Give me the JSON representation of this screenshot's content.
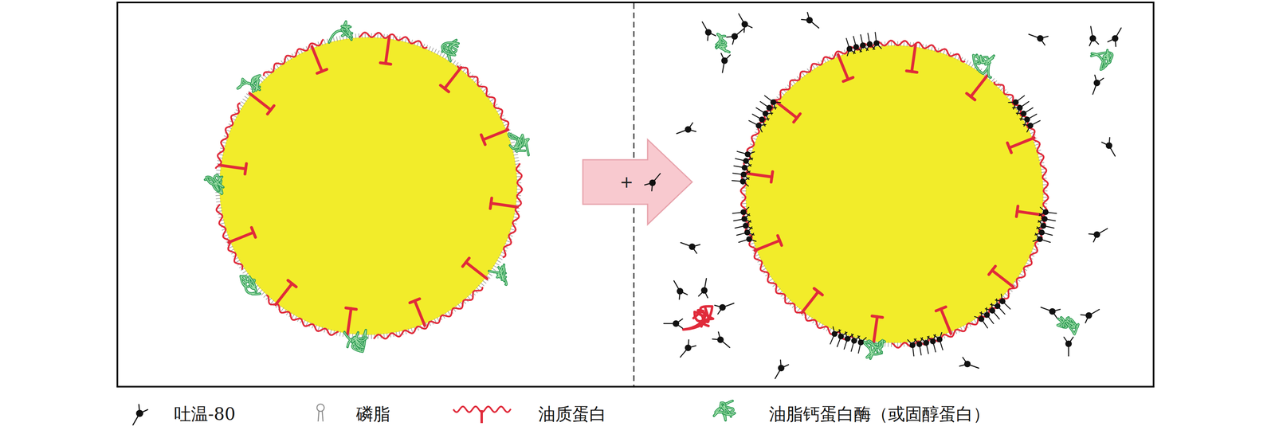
{
  "diagram": {
    "labels": [
      "+"
    ],
    "legend": [
      {
        "text": "吐温-80"
      },
      {
        "text": "磷脂"
      },
      {
        "text": "油质蛋白"
      },
      {
        "text": "油脂钙蛋白酶（或固醇蛋白）"
      }
    ]
  }
}
